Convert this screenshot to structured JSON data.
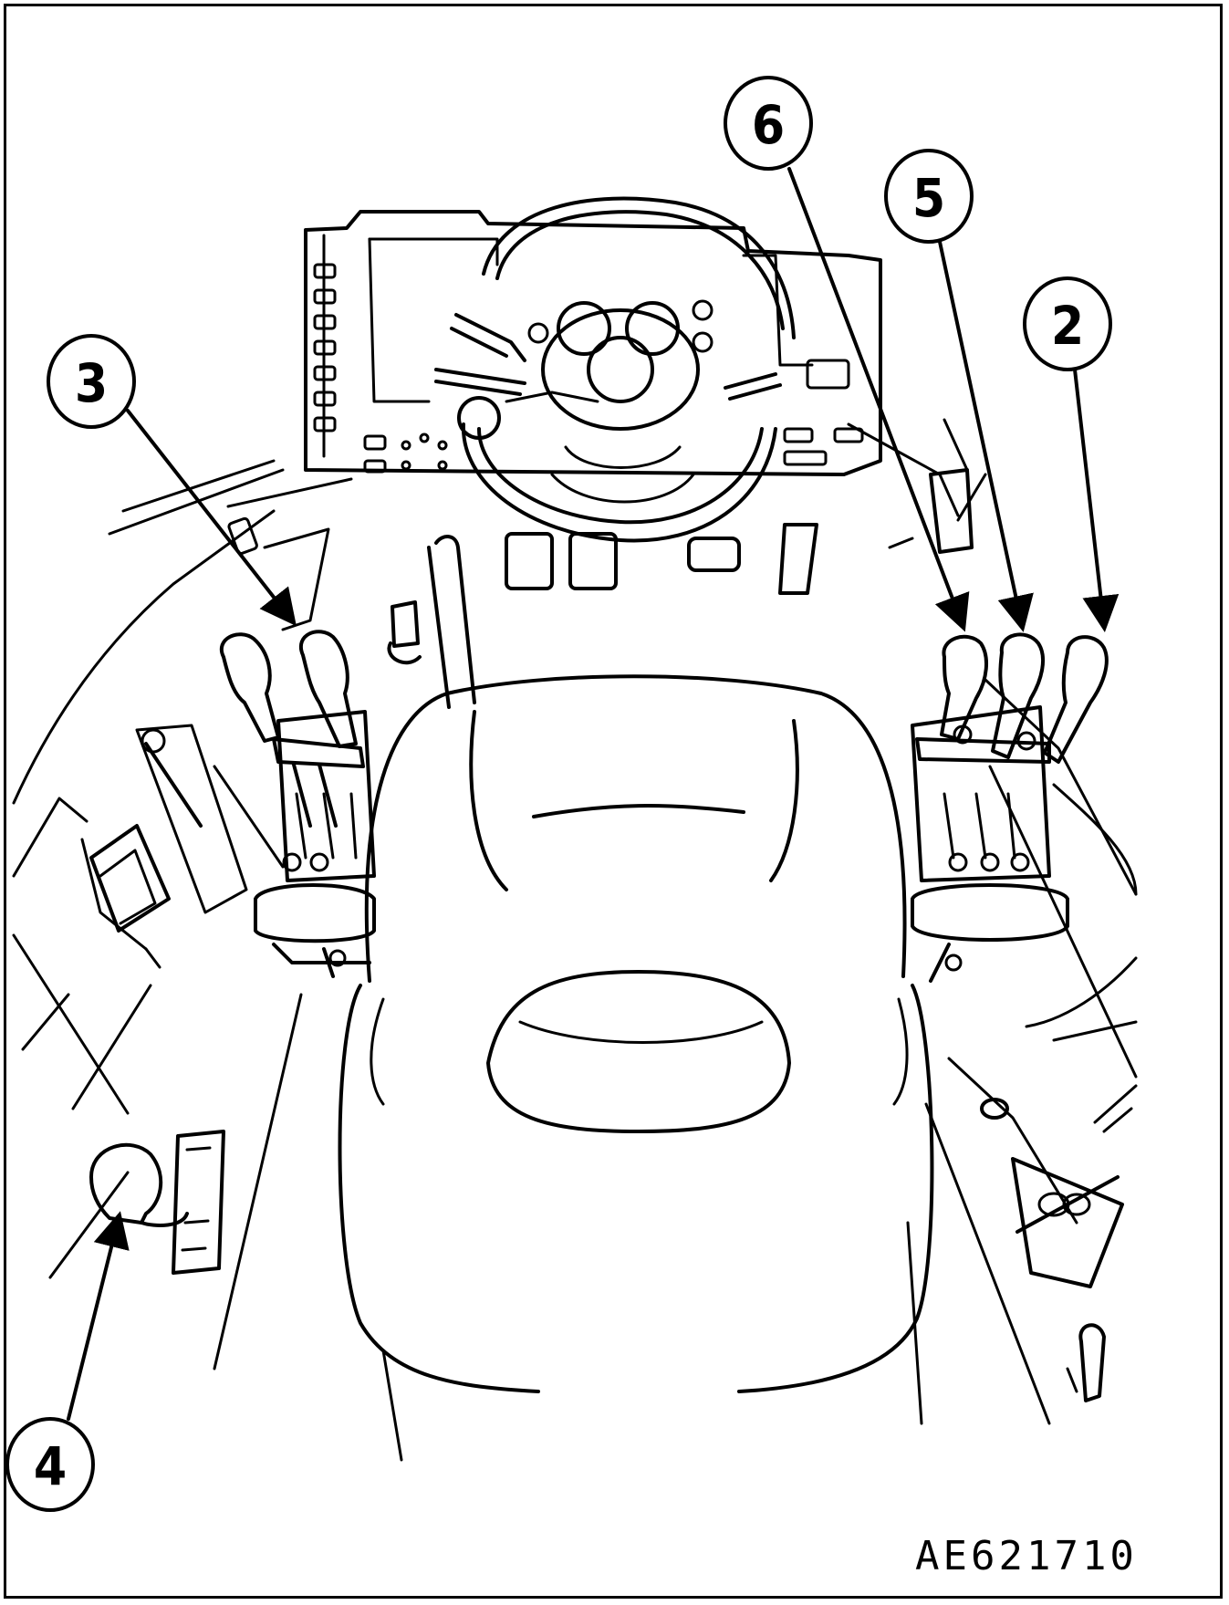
{
  "figure": {
    "code": "AE621710"
  },
  "callouts": [
    {
      "id": "3",
      "label": "3"
    },
    {
      "id": "4",
      "label": "4"
    },
    {
      "id": "6",
      "label": "6"
    },
    {
      "id": "5",
      "label": "5"
    },
    {
      "id": "2",
      "label": "2"
    }
  ],
  "colors": {
    "line": "#000000",
    "background": "#ffffff"
  }
}
